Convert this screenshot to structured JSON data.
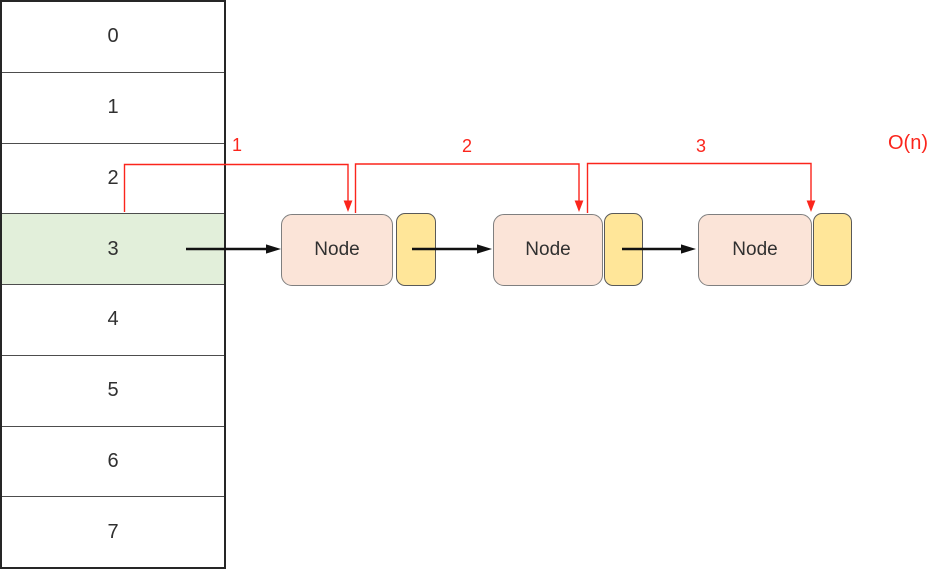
{
  "array": {
    "cells": [
      {
        "label": "0",
        "highlighted": false
      },
      {
        "label": "1",
        "highlighted": false
      },
      {
        "label": "2",
        "highlighted": false
      },
      {
        "label": "3",
        "highlighted": true
      },
      {
        "label": "4",
        "highlighted": false
      },
      {
        "label": "5",
        "highlighted": false
      },
      {
        "label": "6",
        "highlighted": false
      },
      {
        "label": "7",
        "highlighted": false
      }
    ]
  },
  "chain": {
    "nodes": [
      {
        "label": "Node"
      },
      {
        "label": "Node"
      },
      {
        "label": "Node"
      }
    ]
  },
  "steps": {
    "labels": [
      "1",
      "2",
      "3"
    ],
    "complexity": "O(n)"
  },
  "colors": {
    "highlight_green": "#e2efda",
    "node_fill": "#fbe4d8",
    "pointer_fill": "#ffe699",
    "step_red": "#fb251c",
    "array_border": "#262626",
    "node_border": "#7f7f7f",
    "pointer_border": "#595959",
    "arrow_black": "#111111"
  }
}
